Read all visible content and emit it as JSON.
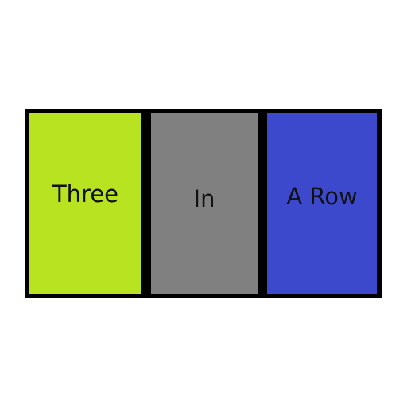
{
  "panels": [
    {
      "label": "Three",
      "color": "#b7e321"
    },
    {
      "label": "In",
      "color": "#808080"
    },
    {
      "label": "A Row",
      "color": "#3d49cd"
    }
  ],
  "frame_color": "#000000",
  "background_color": "#ffffff"
}
